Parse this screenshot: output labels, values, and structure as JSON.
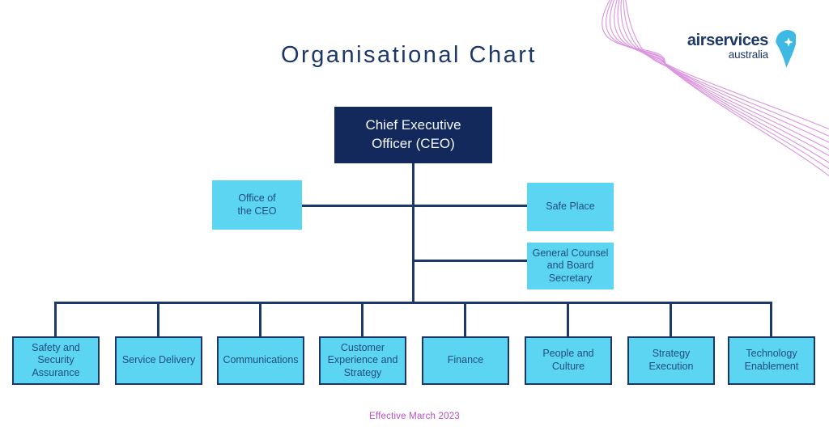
{
  "page": {
    "title": "Organisational Chart",
    "footer": "Effective March 2023"
  },
  "logo": {
    "wordmark": "airservices",
    "subtext": "australia"
  },
  "org": {
    "ceo": {
      "label": "Chief Executive Officer (CEO)"
    },
    "staff_offices": [
      {
        "label": "Office of the CEO"
      },
      {
        "label": "Safe Place"
      },
      {
        "label": "General Counsel and Board Secretary"
      }
    ],
    "departments": [
      {
        "label": "Safety and Security Assurance"
      },
      {
        "label": "Service Delivery"
      },
      {
        "label": "Communications"
      },
      {
        "label": "Customer Experience and Strategy"
      },
      {
        "label": "Finance"
      },
      {
        "label": "People and Culture"
      },
      {
        "label": "Strategy Execution"
      },
      {
        "label": "Technology Enablement"
      }
    ]
  },
  "colors": {
    "navy": "#13295c",
    "line_navy": "#1b3a6b",
    "light_blue": "#5cd5f2",
    "box_text_blue": "#1f4d7d",
    "title_navy": "#1d3868",
    "footer_magenta": "#bb4ec8",
    "curve_pink": "#d482d9",
    "logo_blue": "#3eb9e3"
  }
}
